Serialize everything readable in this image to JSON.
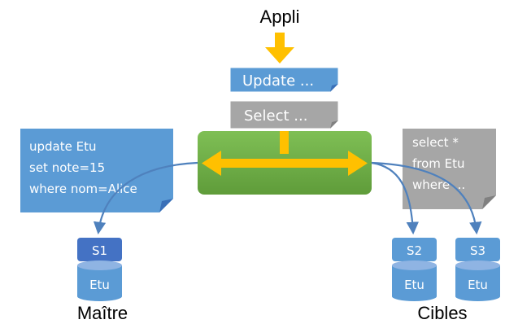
{
  "diagram": {
    "title": "Appli",
    "update_query": "Update ...",
    "select_query": "Select ...",
    "master_note": [
      "update Etu",
      "set note=15",
      "where nom=Alice"
    ],
    "target_note": [
      "select *",
      "from Etu",
      "where ..."
    ],
    "servers": [
      {
        "label": "S1",
        "table": "Etu"
      },
      {
        "label": "S2",
        "table": "Etu"
      },
      {
        "label": "S3",
        "table": "Etu"
      }
    ],
    "master_caption": "Maître",
    "targets_caption": "Cibles"
  },
  "colors": {
    "blue": "#5b9bd5",
    "blue_dark": "#3a70b8",
    "db_top": "#4472c4",
    "gray": "#a6a6a6",
    "green": "#70ad47",
    "gold": "#ffc000",
    "link": "#4f81bd"
  }
}
